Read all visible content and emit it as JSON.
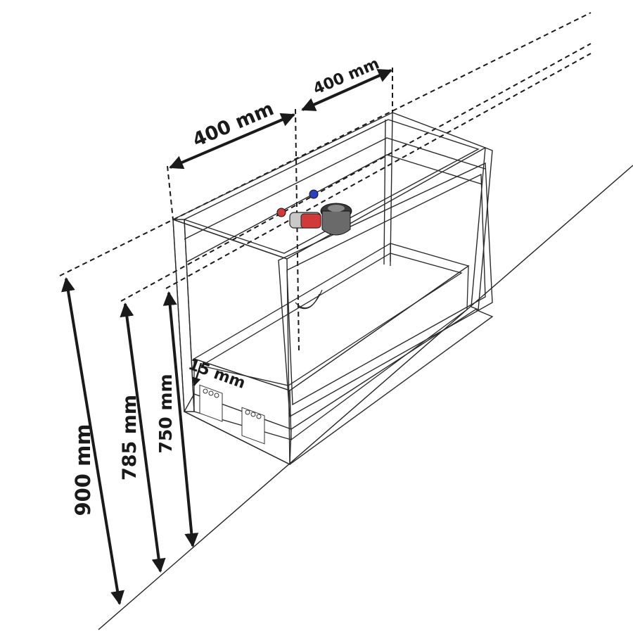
{
  "diagram": {
    "dimensions": {
      "width_left": "400 mm",
      "width_right": "400 mm",
      "height_total": "900 mm",
      "height_mid": "785 mm",
      "height_inner": "750 mm",
      "offset_small": "15 mm"
    },
    "colors": {
      "line": "#1a1a1a",
      "frame": "#2a2a2a",
      "hot_valve": "#d23a3a",
      "cold_valve": "#2a3fbf",
      "siphon": "#555555"
    },
    "icons": [
      "dimension-arrow-icon",
      "hot-water-valve-icon",
      "cold-water-valve-icon",
      "siphon-icon",
      "drawer-hinge-icon"
    ]
  }
}
